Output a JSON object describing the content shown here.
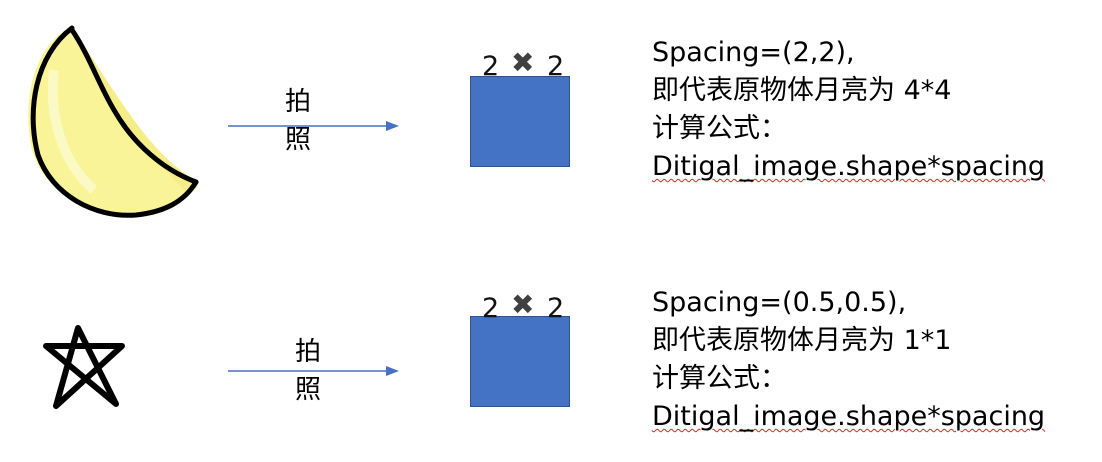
{
  "rows": [
    {
      "object_icon": "crescent-moon-icon",
      "arrow_label_1": "拍",
      "arrow_label_2": "照",
      "grid_left": "2",
      "grid_times": "✖",
      "grid_right": "2",
      "desc_line1": "Spacing=(2,2),",
      "desc_line2": "即代表原物体月亮为 4*4",
      "desc_line3": "计算公式：",
      "desc_line4": "Ditigal_image.shape*spacing"
    },
    {
      "object_icon": "star-icon",
      "arrow_label_1": "拍",
      "arrow_label_2": "照",
      "grid_left": "2",
      "grid_times": "✖",
      "grid_right": "2",
      "desc_line1": "Spacing=(0.5,0.5),",
      "desc_line2": "即代表原物体月亮为 1*1",
      "desc_line3": "计算公式：",
      "desc_line4": "Ditigal_image.shape*spacing"
    }
  ],
  "colors": {
    "arrow": "#4472c4",
    "square_fill": "#4472c4",
    "moon_fill": "#f5f08a",
    "spellcheck": "#e0251b"
  }
}
